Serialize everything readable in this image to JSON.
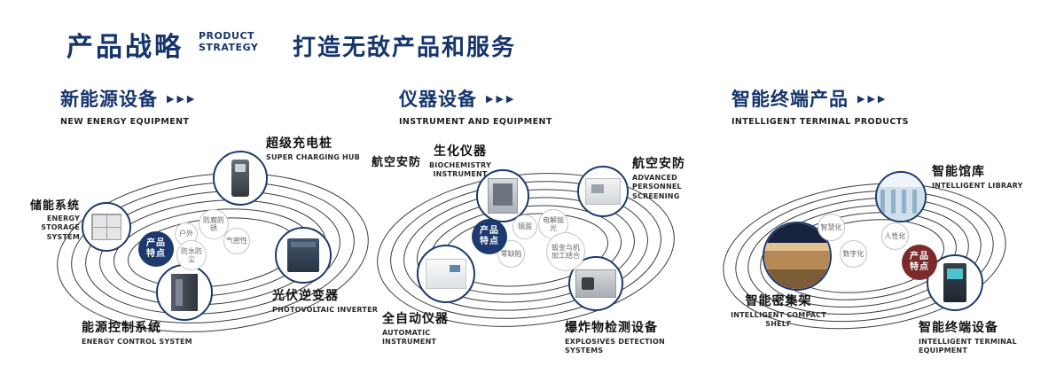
{
  "header": {
    "title": "产品战略",
    "title_en_line1": "PRODUCT",
    "title_en_line2": "STRATEGY",
    "subtitle": "打造无敌产品和服务"
  },
  "arrows": "▶▶▶",
  "colors": {
    "navy": "#16356d",
    "maroon": "#7c2b2b",
    "text_dark": "#111111"
  },
  "center_label": {
    "line1": "产品",
    "line2": "特点"
  },
  "sections": [
    {
      "title": "新能源设备",
      "title_en": "NEW ENERGY EQUIPMENT",
      "features": [
        "户外",
        "防腐防锈",
        "气密性",
        "防水防尘"
      ],
      "products": [
        {
          "name": "储能系统",
          "name_en": "ENERGY STORAGE SYSTEM",
          "icon": "energy-storage-cabinet"
        },
        {
          "name": "超级充电桩",
          "name_en": "SUPER CHARGING HUB",
          "icon": "charging-pile"
        },
        {
          "name": "光伏逆变器",
          "name_en": "PHOTOVOLTAIC INVERTER",
          "icon": "inverter-cabinet"
        },
        {
          "name": "能源控制系统",
          "name_en": "ENERGY CONTROL SYSTEM",
          "icon": "control-cabinet"
        }
      ]
    },
    {
      "title": "仪器设备",
      "title_en": "INSTRUMENT AND EQUIPMENT",
      "extra_label": "航空安防",
      "features": [
        "镜面",
        "电解抛光",
        "零缺陷",
        "钣金与机加工结合"
      ],
      "products": [
        {
          "name": "生化仪器",
          "name_en": "BIOCHEMISTRY INSTRUMENT",
          "icon": "biochemistry-cabinet"
        },
        {
          "name": "航空安防",
          "name_en": "ADVANCED PERSONNEL SCREENING",
          "icon": "screening-machine"
        },
        {
          "name": "全自动仪器",
          "name_en": "AUTOMATIC INSTRUMENT",
          "icon": "automatic-analyzer"
        },
        {
          "name": "爆炸物检测设备",
          "name_en": "EXPLOSIVES DETECTION SYSTEMS",
          "icon": "explosives-detector"
        }
      ]
    },
    {
      "title": "智能终端产品",
      "title_en": "INTELLIGENT TERMINAL PRODUCTS",
      "features": [
        "智慧化",
        "人性化",
        "数字化"
      ],
      "products": [
        {
          "name": "智能馆库",
          "name_en": "INTELLIGENT LIBRARY",
          "icon": "smart-library-room"
        },
        {
          "name": "智能密集架",
          "name_en": "INTELLIGENT COMPACT SHELF",
          "icon": "compact-shelf-corridor"
        },
        {
          "name": "智能终端设备",
          "name_en": "INTELLIGENT TERMINAL EQUIPMENT",
          "icon": "terminal-kiosk"
        }
      ]
    }
  ]
}
